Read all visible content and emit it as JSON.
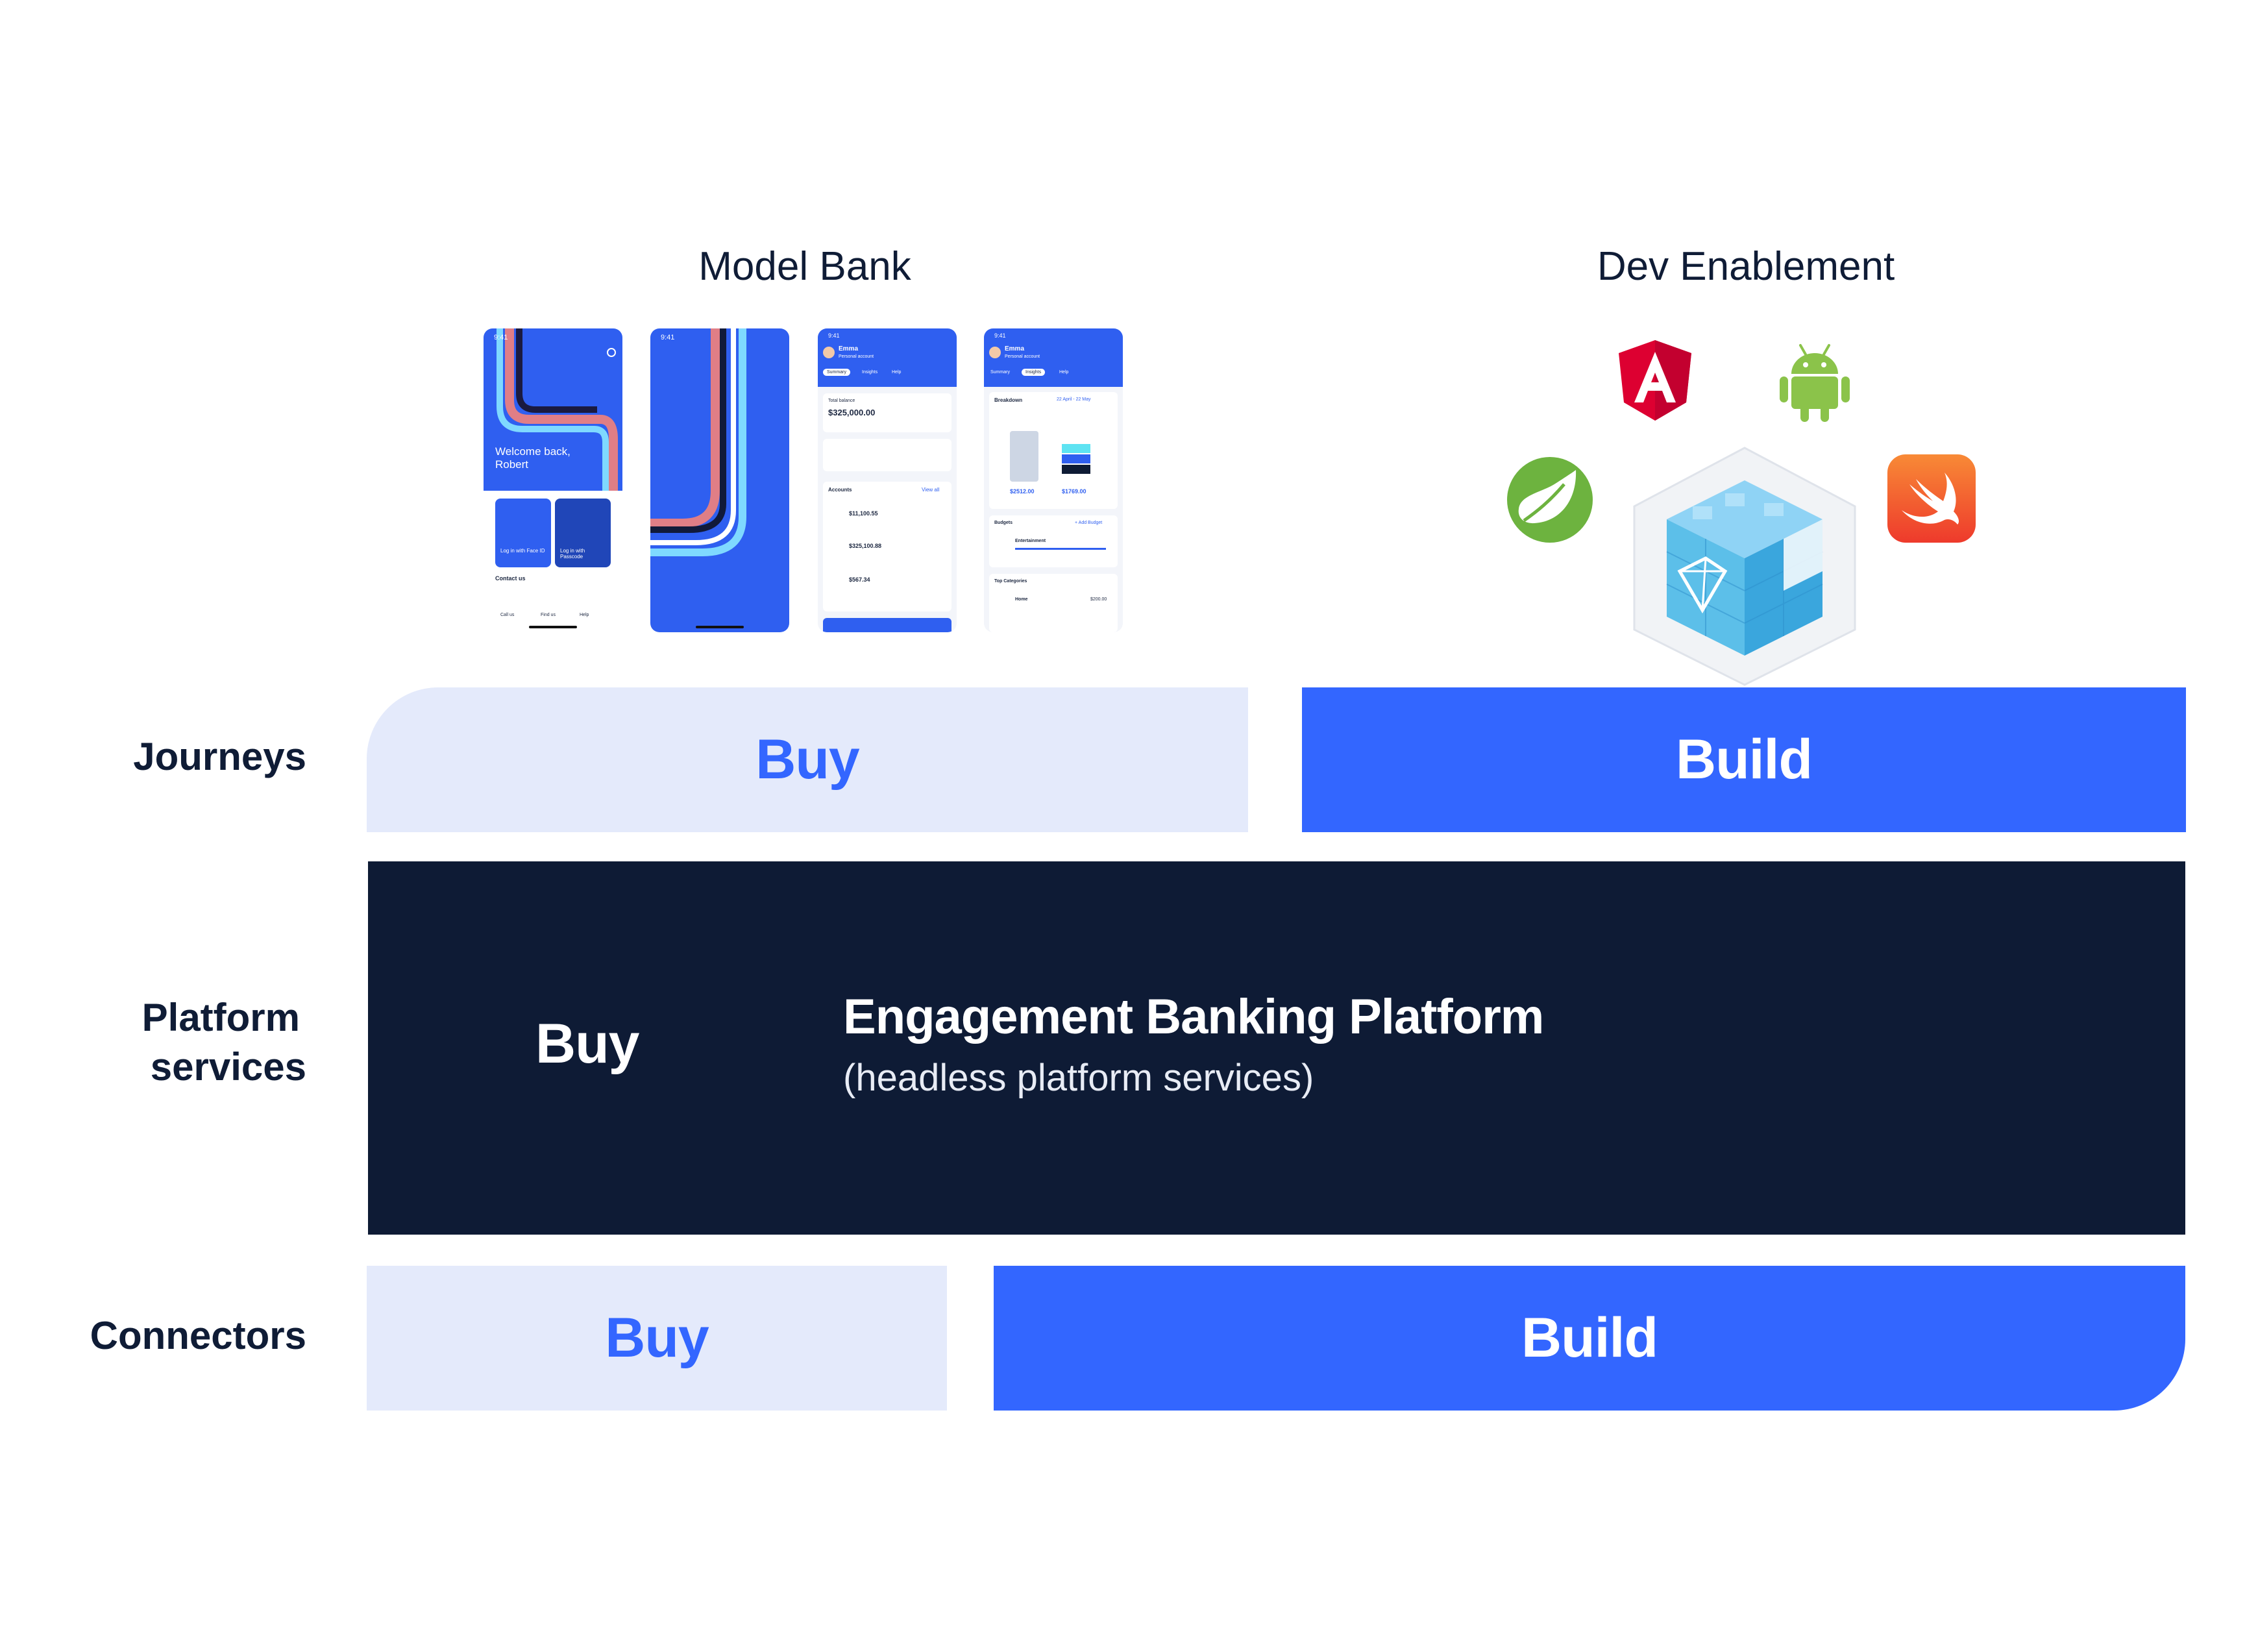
{
  "headers": {
    "model_bank": "Model Bank",
    "dev_enablement": "Dev Enablement"
  },
  "rows": {
    "journeys": "Journeys",
    "platform_line1": "Platform",
    "platform_line2": "services",
    "connectors": "Connectors"
  },
  "journeys": {
    "buy": "Buy",
    "build": "Build"
  },
  "platform": {
    "buy": "Buy",
    "title": "Engagement Banking Platform",
    "subtitle": "(headless platform services)"
  },
  "connectors": {
    "buy": "Buy",
    "build": "Build"
  },
  "phones": {
    "p1": {
      "time": "9:41",
      "welcome": "Welcome back, Robert",
      "login_face": "Log in with Face ID",
      "login_pass": "Log in with Passcode",
      "contact": "Contact us",
      "call": "Call us",
      "find": "Find us",
      "help": "Help"
    },
    "p2": {
      "time": "9:41"
    },
    "p3": {
      "time": "9:41",
      "name": "Emma",
      "sub": "Personal account",
      "tab1": "Summary",
      "tab2": "Insights",
      "tab3": "Help",
      "total_label": "Total balance",
      "total": "$325,000.00",
      "accounts": "Accounts",
      "view_all": "View all",
      "acc1": "$11,100.55",
      "acc2": "$325,100.88",
      "acc3": "$567.34"
    },
    "p4": {
      "time": "9:41",
      "name": "Emma",
      "sub": "Personal account",
      "tab1": "Summary",
      "tab2": "Insights",
      "tab3": "Help",
      "breakdown": "Breakdown",
      "range": "22 April - 22 May",
      "in": "$2512.00",
      "out": "$1769.00",
      "budgets": "Budgets",
      "add_budget": "+ Add Budget",
      "entertainment": "Entertainment",
      "top_categories": "Top Categories",
      "home": "Home",
      "home_amt": "$200.00"
    }
  },
  "logos": [
    "angular-logo",
    "android-logo",
    "spring-logo",
    "swift-logo",
    "cube-logo"
  ],
  "colors": {
    "navy": "#0e1b35",
    "blue": "#3366ff",
    "light": "#e4eafb"
  }
}
